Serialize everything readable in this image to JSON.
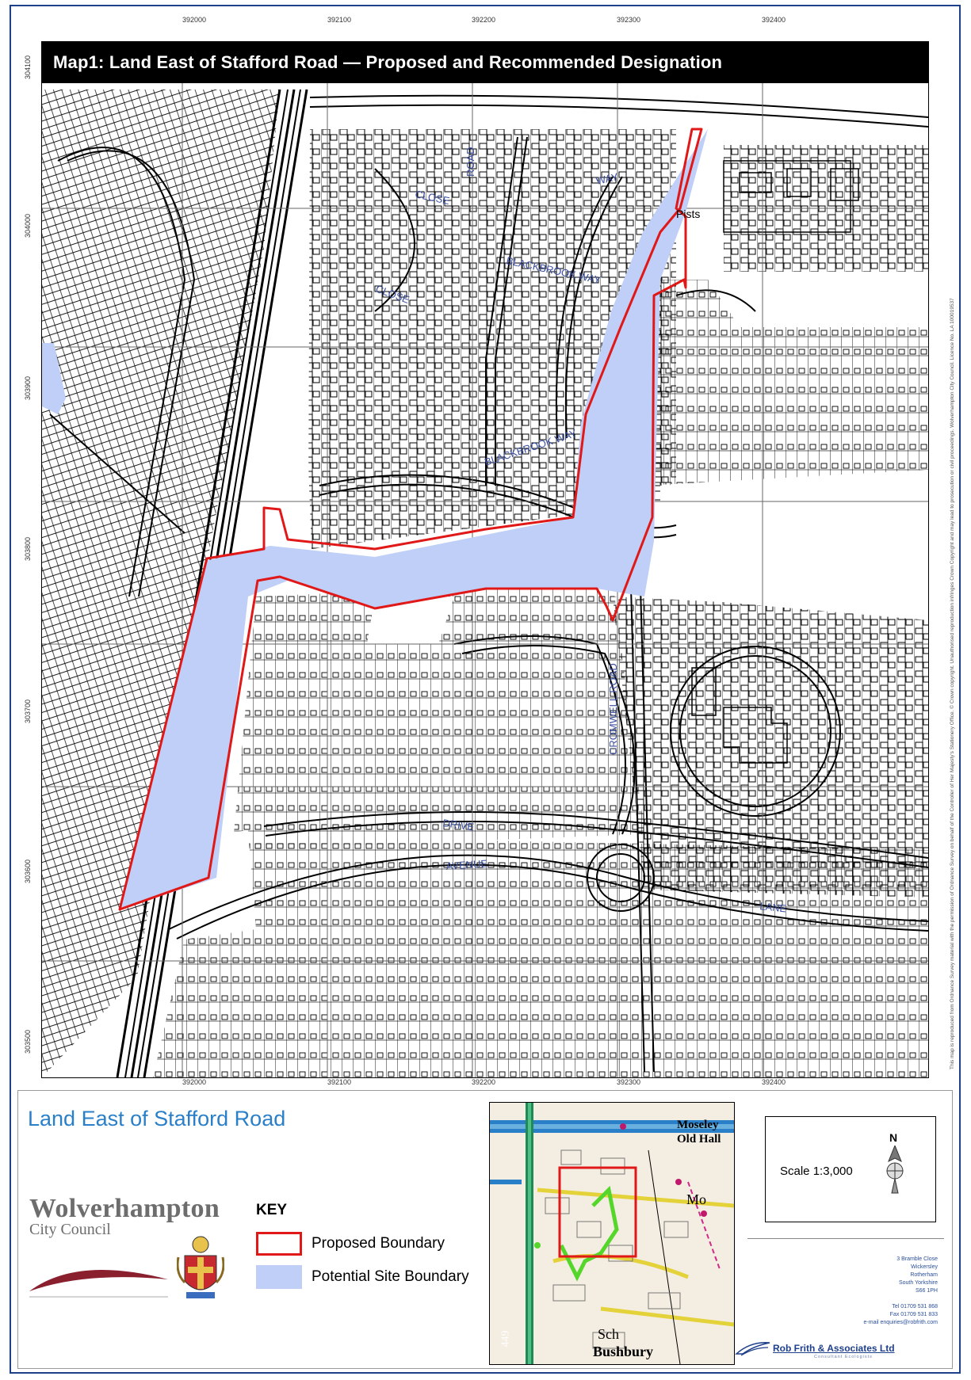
{
  "map": {
    "title": "Map1: Land East of Stafford Road —  Proposed and Recommended Designation",
    "top_eastings": [
      "392000",
      "392100",
      "392200",
      "392300",
      "392400"
    ],
    "bottom_eastings": [
      "392000",
      "392100",
      "392200",
      "392300",
      "392400"
    ],
    "northings": [
      "304100",
      "304000",
      "303900",
      "303800",
      "303700",
      "303600",
      "303500"
    ],
    "copyright_note": "This map is reproduced from Ordnance Survey material with the permission of Ordnance Survey on behalf of the Controller of Her Majesty's Stationery Office. © Crown copyright. Unauthorised reproduction infringes Crown Copyright and may lead to prosecution or civil proceedings. Wolverhampton City Council. Licence No. LA 100019537",
    "street_labels": [
      {
        "text": "CLOSE",
        "name": "street-label-close"
      },
      {
        "text": "BLACKBROOK WAY",
        "name": "street-label-blackbrook-way"
      },
      {
        "text": "WAY",
        "name": "street-label-way"
      },
      {
        "text": "ROAD",
        "name": "street-label-road"
      },
      {
        "text": "Pists",
        "name": "street-label-pists"
      },
      {
        "text": "CLOSE",
        "name": "street-label-close-2"
      },
      {
        "text": "BLACKBROOK WAY",
        "name": "street-label-blackbrook-way-2"
      },
      {
        "text": "DRIVE",
        "name": "street-label-drive"
      },
      {
        "text": "AVENUE",
        "name": "street-label-avenue"
      },
      {
        "text": "LANE",
        "name": "street-label-lane"
      },
      {
        "text": "CROMWELL ROAD",
        "name": "street-label-cromwell-road"
      }
    ]
  },
  "legend": {
    "site_name": "Land East of Stafford Road",
    "council_name": "Wolverhampton",
    "council_sub": "City Council",
    "key_title": "KEY",
    "items": [
      {
        "label": "Proposed Boundary",
        "fill": "#ffffff",
        "stroke": "#e01818"
      },
      {
        "label": "Potential Site Boundary",
        "fill": "#bfcff7",
        "stroke": "#bfcff7"
      }
    ],
    "scale": "Scale 1:3,000",
    "north": "N",
    "inset_labels": [
      "Moseley",
      "Old Hall",
      "Mo",
      "Sch",
      "Bushbury",
      "449"
    ],
    "address_lines": [
      "3 Bramble Close",
      "Wickersley",
      "Rotherham",
      "South Yorkshire",
      "S66 1PH",
      "",
      "Tel  01709 531 868",
      "Fax  01709 531 833",
      "e-mail  enquiries@robfrith.com"
    ],
    "firm_name": "Rob Frith & Associates Ltd",
    "firm_sub": "Consultant Ecologists"
  },
  "colors": {
    "site_fill": "#bfcff7",
    "boundary": "#e01818",
    "frame": "#1e3f8a",
    "title_blue": "#2a7fc9"
  }
}
